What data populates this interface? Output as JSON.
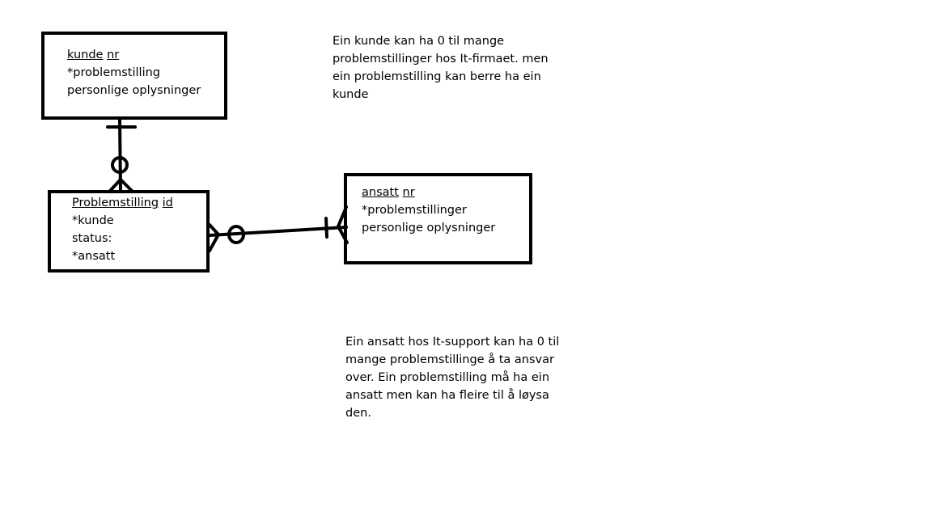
{
  "entities": {
    "kunde": {
      "key_word": "kunde",
      "key_suffix": "nr",
      "attributes": [
        "*problemstilling",
        "personlige oplysninger"
      ]
    },
    "problemstilling": {
      "key_word": "Problemstilling",
      "key_suffix": "id",
      "attributes": [
        "*kunde",
        "status:",
        "*ansatt"
      ]
    },
    "ansatt": {
      "key_word": "ansatt",
      "key_suffix": "nr",
      "attributes": [
        "*problemstillinger",
        "personlige oplysninger"
      ]
    }
  },
  "notes": {
    "kunde_relation": [
      "Ein kunde kan ha 0 til mange",
      "problemstillinger hos It-firmaet. men",
      "ein problemstilling kan berre ha ein",
      "kunde"
    ],
    "ansatt_relation": [
      "Ein ansatt hos It-support kan ha 0 til",
      "mange problemstillinge å ta ansvar",
      "over. Ein problemstilling må ha ein",
      "ansatt men kan ha fleire til å løysa",
      "den."
    ]
  },
  "relationships": [
    {
      "from": "kunde",
      "to": "problemstilling",
      "from_end": "one",
      "to_end": "zero-or-many"
    },
    {
      "from": "problemstilling",
      "to": "ansatt",
      "from_end": "zero-or-many",
      "to_end": "one-or-many"
    }
  ]
}
